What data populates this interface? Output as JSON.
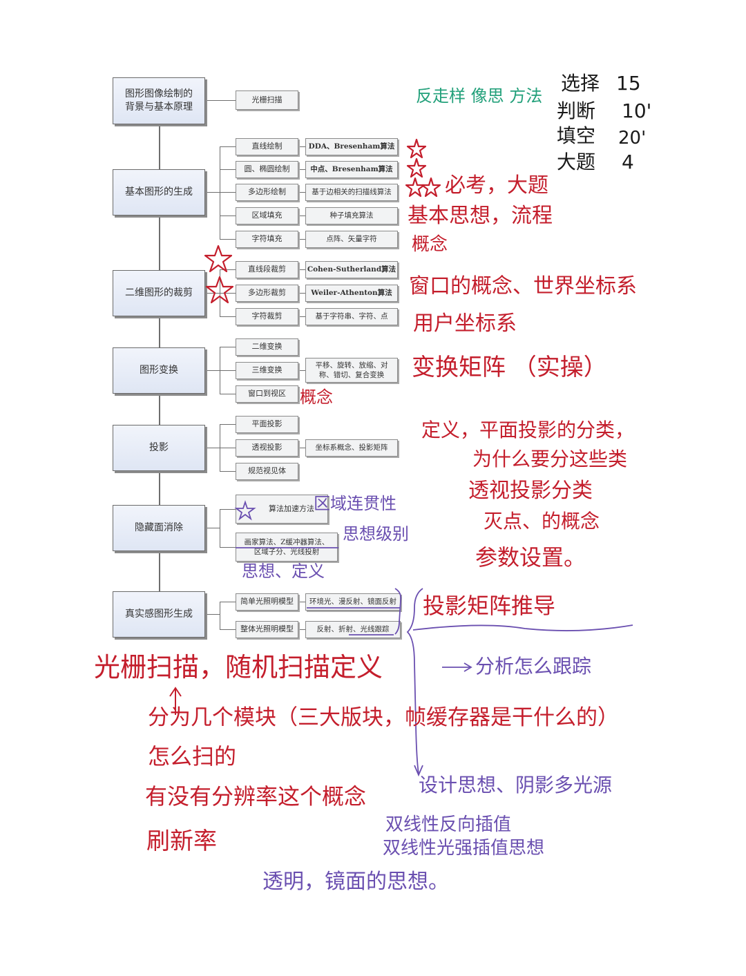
{
  "diagram": {
    "sections": [
      {
        "title": "图形图像绘制的背景与基本原理",
        "rows": [
          {
            "items": [
              "光栅扫描"
            ],
            "results": []
          }
        ]
      },
      {
        "title": "基本图形的生成",
        "rows": [
          {
            "items": [
              "直线绘制"
            ],
            "results": [
              "DDA、Bresenham算法"
            ]
          },
          {
            "items": [
              "圆、椭圆绘制"
            ],
            "results": [
              "中点、Bresenham算法"
            ]
          },
          {
            "items": [
              "多边形绘制"
            ],
            "results": [
              "基于边相关的扫描线算法"
            ]
          },
          {
            "items": [
              "区域填充"
            ],
            "results": [
              "种子填充算法"
            ]
          },
          {
            "items": [
              "字符填充"
            ],
            "results": [
              "点阵、矢量字符"
            ]
          }
        ]
      },
      {
        "title": "二维图形的裁剪",
        "rows": [
          {
            "items": [
              "直线段裁剪"
            ],
            "results": [
              "Cohen-Sutherland算法"
            ]
          },
          {
            "items": [
              "多边形裁剪"
            ],
            "results": [
              "Weiler-Athenton算法"
            ]
          },
          {
            "items": [
              "字符裁剪"
            ],
            "results": [
              "基于字符串、字符、点"
            ]
          }
        ]
      },
      {
        "title": "图形变换",
        "rows": [
          {
            "items": [
              "二维变换",
              "三维变换"
            ],
            "results": [
              "平移、旋转、放缩、对称、错切、复合变换"
            ]
          },
          {
            "items": [
              "窗口到视区"
            ],
            "results": []
          }
        ]
      },
      {
        "title": "投影",
        "rows": [
          {
            "items": [
              "平面投影",
              "透视投影",
              "规范视见体"
            ],
            "results": [
              "坐标系概念、投影矩阵"
            ]
          }
        ]
      },
      {
        "title": "隐藏面消除",
        "rows": [
          {
            "items": [
              "算法加速方法"
            ],
            "results": []
          },
          {
            "items": [
              "画家算法、Z缓冲器算法、区域子分、光线投射"
            ],
            "results": []
          }
        ]
      },
      {
        "title": "真实感图形生成",
        "rows": [
          {
            "items": [
              "简单光照明模型"
            ],
            "results": [
              "环境光、漫反射、镜面反射"
            ]
          },
          {
            "items": [
              "整体光照明模型"
            ],
            "results": [
              "反射、折射、光线跟踪"
            ]
          }
        ]
      }
    ]
  },
  "annotations": {
    "exam_topics": "反走样 像思 方法",
    "score_table": [
      {
        "type": "选择",
        "points": "15"
      },
      {
        "type": "判断",
        "points": "10'"
      },
      {
        "type": "填空",
        "points": "20'"
      },
      {
        "type": "大题",
        "points": "4"
      }
    ],
    "basic_priority": "必考，大题",
    "basic_idea": "基本思想，流程",
    "basic_concept": "概念",
    "clip_window": "窗口的概念、世界坐标系",
    "clip_user": "用户坐标系",
    "transform_matrix": "变换矩阵 （实操）",
    "window_concept": "概念",
    "proj_1": "定义，平面投影的分类，",
    "proj_2": "为什么要分这些类",
    "proj_3": "透视投影分类",
    "proj_4": "灭点、的概念",
    "proj_5": "参数设置。",
    "hidden_1": "区域连贯性",
    "hidden_2": "思想级别",
    "hidden_3": "思想、定义",
    "real_deriv": "投影矩阵推导",
    "raster_line": "光栅扫描，随机扫描定义",
    "trace_note": "分析怎么跟踪",
    "module_q": "分为几个模块（三大版块，帧缓存器是干什么的）",
    "scan_q": "怎么扫的",
    "resolution_q": "有没有分辨率这个概念",
    "refresh": "刷新率",
    "design_idea": "设计思想、阴影多光源",
    "bilinear_1": "双线性反向插值",
    "bilinear_2": "双线性光强插值思想",
    "transparent": "透明，镜面的思想。",
    "colors": {
      "red": "#c41e2c",
      "green": "#22a07a",
      "purple": "#6a4fb0",
      "black": "#1a1a1a"
    }
  }
}
